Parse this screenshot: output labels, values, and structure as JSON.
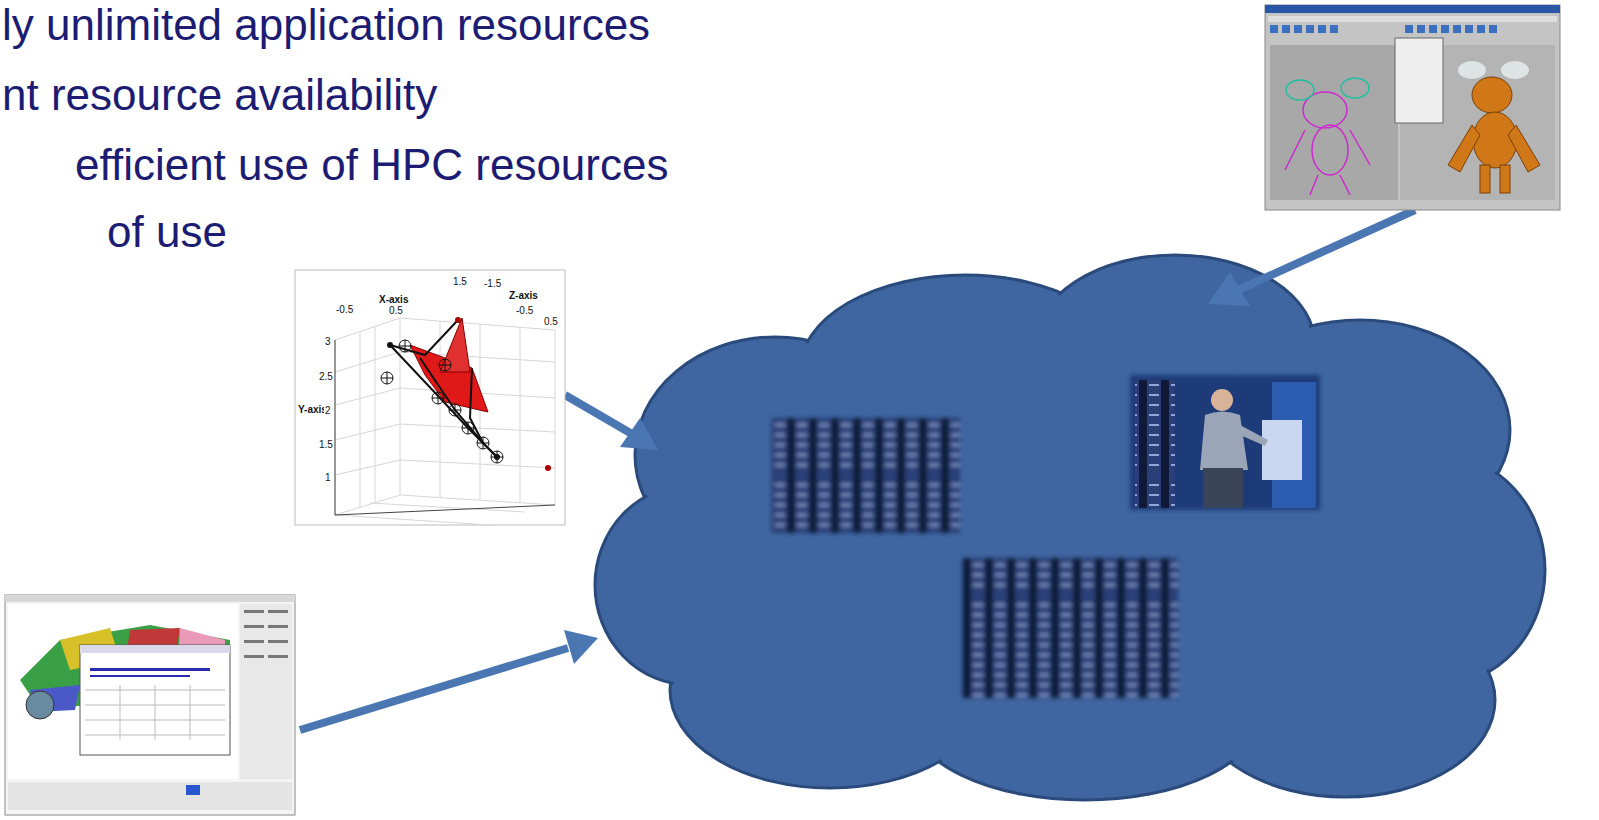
{
  "diagram": {
    "labels": [
      "ly unlimited application resources",
      "nt resource availability",
      "efficient use of HPC resources",
      "of use",
      "X-axis",
      "1.5",
      "-1.5",
      "Z-axis",
      "0.5",
      "-0.5",
      "-0.5",
      "0.5",
      "Y-axis",
      "3",
      "2.5",
      "2",
      "1.5",
      "1"
    ]
  }
}
